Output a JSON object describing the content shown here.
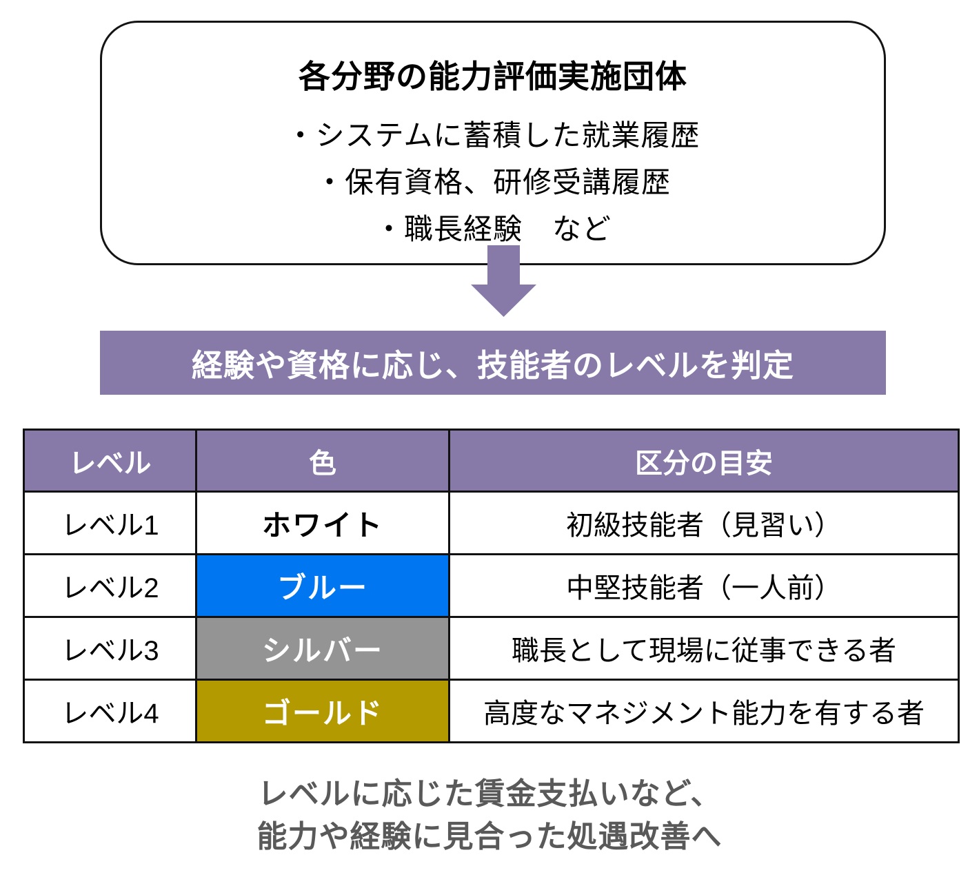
{
  "colors": {
    "accent_purple": "#877AA9",
    "arrow_purple": "#877AA9",
    "border_black": "#111111",
    "footer_gray": "#595959"
  },
  "top_box": {
    "title": "各分野の能力評価実施団体",
    "bullets": [
      "・システムに蓄積した就業履歴",
      "・保有資格、研修受講履歴",
      "・職長経験　など"
    ]
  },
  "banner": {
    "label": "経験や資格に応じ、技能者のレベルを判定"
  },
  "table": {
    "headers": [
      "レベル",
      "色",
      "区分の目安"
    ],
    "rows": [
      {
        "level": "レベル1",
        "color_label": "ホワイト",
        "color_bg": "#FFFFFF",
        "color_text": "#000000",
        "description": "初級技能者（見習い）"
      },
      {
        "level": "レベル2",
        "color_label": "ブルー",
        "color_bg": "#0077F0",
        "color_text": "#FFFFFF",
        "description": "中堅技能者（一人前）"
      },
      {
        "level": "レベル3",
        "color_label": "シルバー",
        "color_bg": "#949494",
        "color_text": "#FFFFFF",
        "description": "職長として現場に従事できる者"
      },
      {
        "level": "レベル4",
        "color_label": "ゴールド",
        "color_bg": "#B29A00",
        "color_text": "#FFFFFF",
        "description": "高度なマネジメント能力を有する者"
      }
    ]
  },
  "footer": {
    "lines": [
      "レベルに応じた賃金支払いなど、",
      "能力や経験に見合った処遇改善へ"
    ]
  }
}
